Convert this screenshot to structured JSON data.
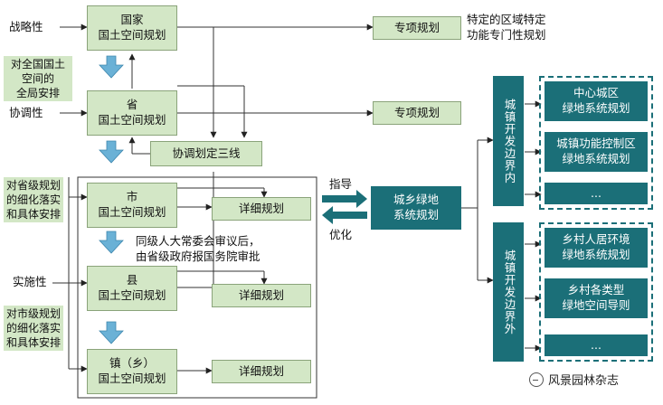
{
  "left": {
    "strategic": "战略性",
    "coordinating": "协调性",
    "implementing": "实施性",
    "note1": "对全国国土\n空间的\n全局安排",
    "note2": "对省级规划\n的细化落实\n和具体安排",
    "note3": "对市级规划\n的细化落实\n和具体安排"
  },
  "main": {
    "national": "国家\n国土空间规划",
    "provincial": "省\n国土空间规划",
    "three_lines": "协调划定三线",
    "city": "市\n国土空间规划",
    "county": "县\n国土空间规划",
    "town": "镇（乡）\n国土空间规划",
    "special1": "专项规划",
    "special2": "专项规划",
    "special_note": "特定的区域特定\n功能专门性规划",
    "detailed1": "详细规划",
    "detailed2": "详细规划",
    "detailed3": "详细规划",
    "approval_note": "同级人大常委会审议后，\n由省级政府报国务院审批"
  },
  "center": {
    "guide": "指导",
    "optimize": "优化",
    "urban_rural": "城乡绿地\n系统规划"
  },
  "right": {
    "inside_label": "城镇开发边界内",
    "outside_label": "城镇开发边界外",
    "inside_items": [
      "中心城区\n绿地系统规划",
      "城镇功能控制区\n绿地系统规划",
      "..."
    ],
    "outside_items": [
      "乡村人居环境\n绿地系统规划",
      "乡村各类型\n绿地空间导则",
      "..."
    ]
  },
  "watermark": "风景园林杂志",
  "colors": {
    "light_green": "#d3e7c6",
    "teal": "#1b6f78",
    "arrow_blue": "#6ab1d6"
  }
}
